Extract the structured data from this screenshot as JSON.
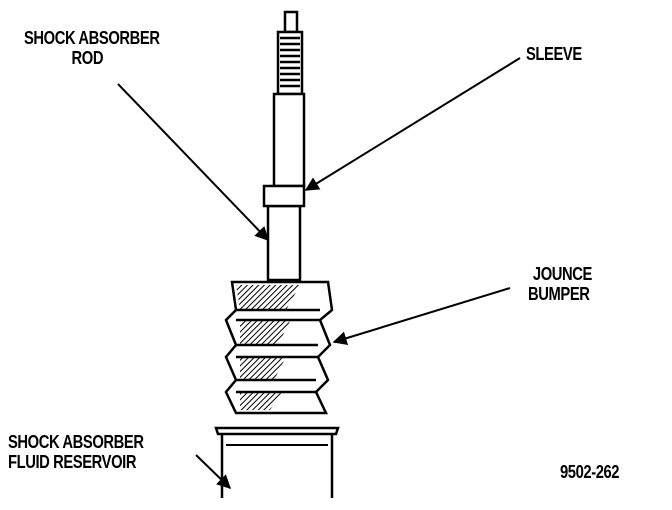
{
  "labels": {
    "rod_line1": "SHOCK ABSORBER",
    "rod_line2": "ROD",
    "sleeve": "SLEEVE",
    "bumper_line1": "JOUNCE",
    "bumper_line2": "BUMPER",
    "reservoir_line1": "SHOCK ABSORBER",
    "reservoir_line2": "FLUID RESERVOIR"
  },
  "figure_id": "9502-262"
}
